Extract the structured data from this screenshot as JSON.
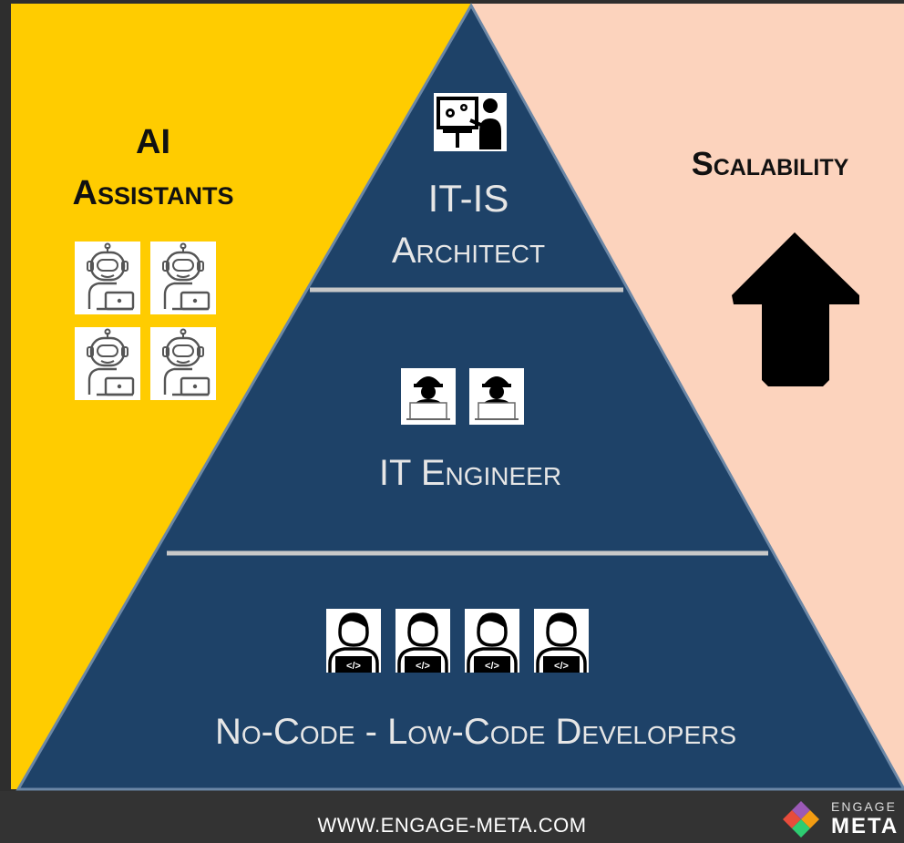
{
  "left_panel": {
    "title_line1": "AI",
    "title_line2": "Assistants",
    "color": "#ffcc00",
    "icon": "robot-laptop-icon",
    "icon_count": 4
  },
  "right_panel": {
    "title": "Scalability",
    "color": "#fcd3bd",
    "icon": "arrow-up-icon"
  },
  "pyramid": {
    "color": "#1e4268",
    "tiers": [
      {
        "line1": "IT-IS",
        "line2": "Architect",
        "icon": "presenter-gears-icon",
        "icon_count": 1
      },
      {
        "label": "IT Engineer",
        "icon": "engineer-laptop-icon",
        "icon_count": 2
      },
      {
        "label": "No-Code - Low-Code Developers",
        "icon": "developer-code-icon",
        "icon_count": 4
      }
    ]
  },
  "footer": {
    "url": "WWW.ENGAGE-META.COM",
    "logo_top": "ENGAGE",
    "logo_bottom": "META",
    "logo_icon": "diamond-logo-icon"
  }
}
